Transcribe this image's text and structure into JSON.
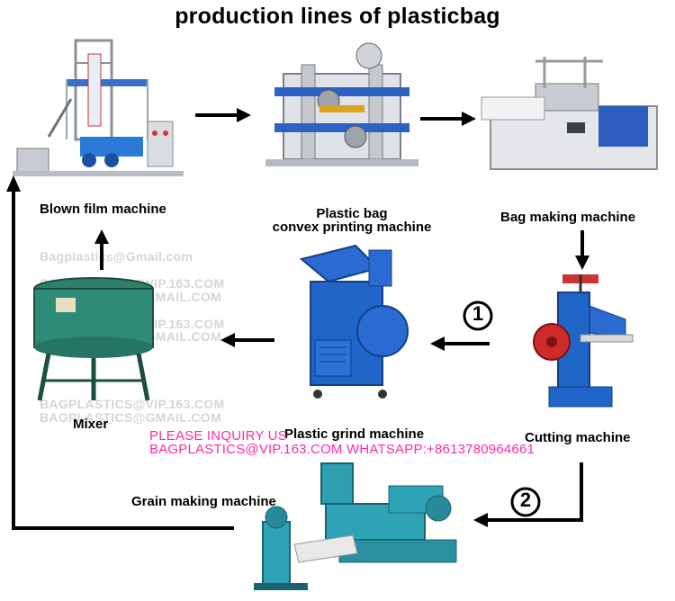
{
  "title": "production lines of plasticbag",
  "machines": {
    "blown_film": "Blown film machine",
    "printing_line1": "Plastic bag",
    "printing_line2": "convex printing machine",
    "bag_making": "Bag making machine",
    "mixer": "Mixer",
    "grind": "Plastic grind machine",
    "cutting": "Cutting machine",
    "grain": "Grain making machine"
  },
  "step_markers": [
    "1",
    "2"
  ],
  "watermarks": [
    "Bagplastics@Gmail.com",
    "BAGPLASTICS@VIP.163.COM",
    "BAGPLASTICS@GMAIL.COM",
    "BAGPLASTICS@VIP.163.COM",
    "BAGPLASTICS@GMAIL.COM",
    "BAGPLASTICS@VIP.163.COM",
    "BAGPLASTICS@GMAIL.COM"
  ],
  "inquiry": {
    "line1": "PLEASE INQUIRY US",
    "line2": "BAGPLASTICS@VIP.163.COM WHATSAPP:+8613780964661"
  },
  "colors": {
    "machine_blue": "#1f66c8",
    "machine_green": "#2e8b77",
    "inquiry_pink": "#ff2aa8",
    "watermark_gray": "#d6d6d6"
  }
}
